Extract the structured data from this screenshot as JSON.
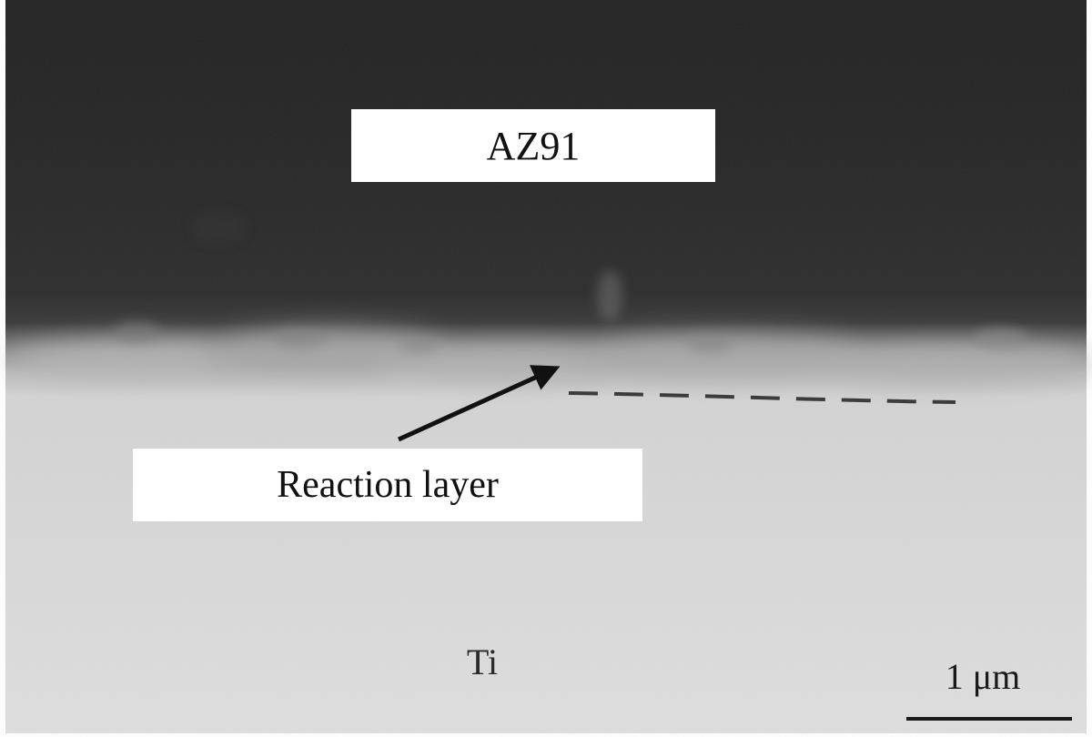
{
  "image": {
    "kind": "micrograph",
    "tones": {
      "top_layer": "#262626",
      "interface": "#bdbdbd",
      "bottom_layer": "#d9d9d9",
      "marks": "#1a1a1a"
    }
  },
  "labels": {
    "top": "AZ91",
    "middle": "Reaction layer",
    "bottom": "Ti"
  },
  "scale_bar": {
    "text": "1 μm"
  }
}
